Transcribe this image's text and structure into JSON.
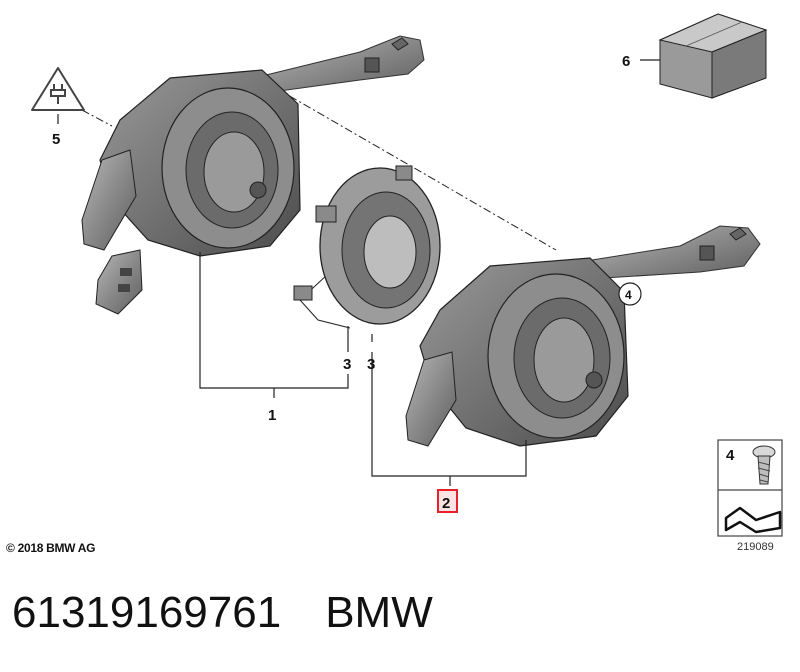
{
  "callouts": {
    "c1": "1",
    "c2": "2",
    "c3a": "3",
    "c3b": "3",
    "c4": "4",
    "c4_legend": "4",
    "c5": "5",
    "c6": "6"
  },
  "footer": {
    "copyright": "© 2018 BMW AG",
    "diagram_number": "219089"
  },
  "caption": {
    "part_number": "61319169761",
    "brand": "BMW"
  },
  "colors": {
    "highlight": "#e8202a",
    "highlight_fill": "#fbe3e4",
    "part_gray": "#7d7d7d"
  }
}
